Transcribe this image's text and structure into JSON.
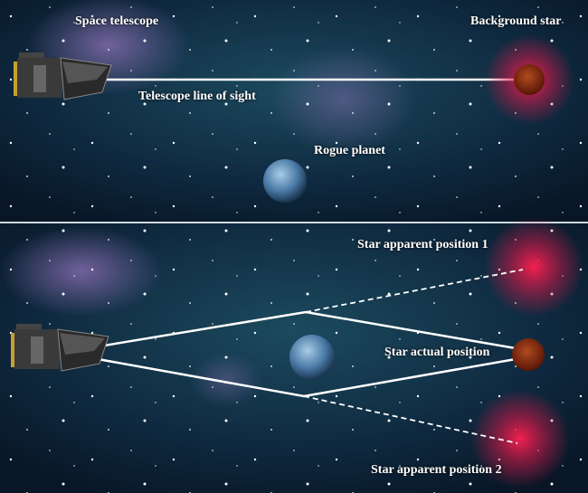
{
  "top_panel": {
    "telescope_label": "Space telescope",
    "star_label": "Background star",
    "line_label": "Telescope line of sight",
    "planet_label": "Rogue planet"
  },
  "bottom_panel": {
    "apparent_1_label": "Star apparent position 1",
    "actual_label": "Star actual position",
    "apparent_2_label": "Star apparent position 2"
  },
  "colors": {
    "background": "#0d2236",
    "nebula": "#7a5a9a",
    "star": "#8a2a10",
    "star_glow": "#e8184a",
    "planet": "#5a88b0",
    "line": "#ffffff"
  }
}
